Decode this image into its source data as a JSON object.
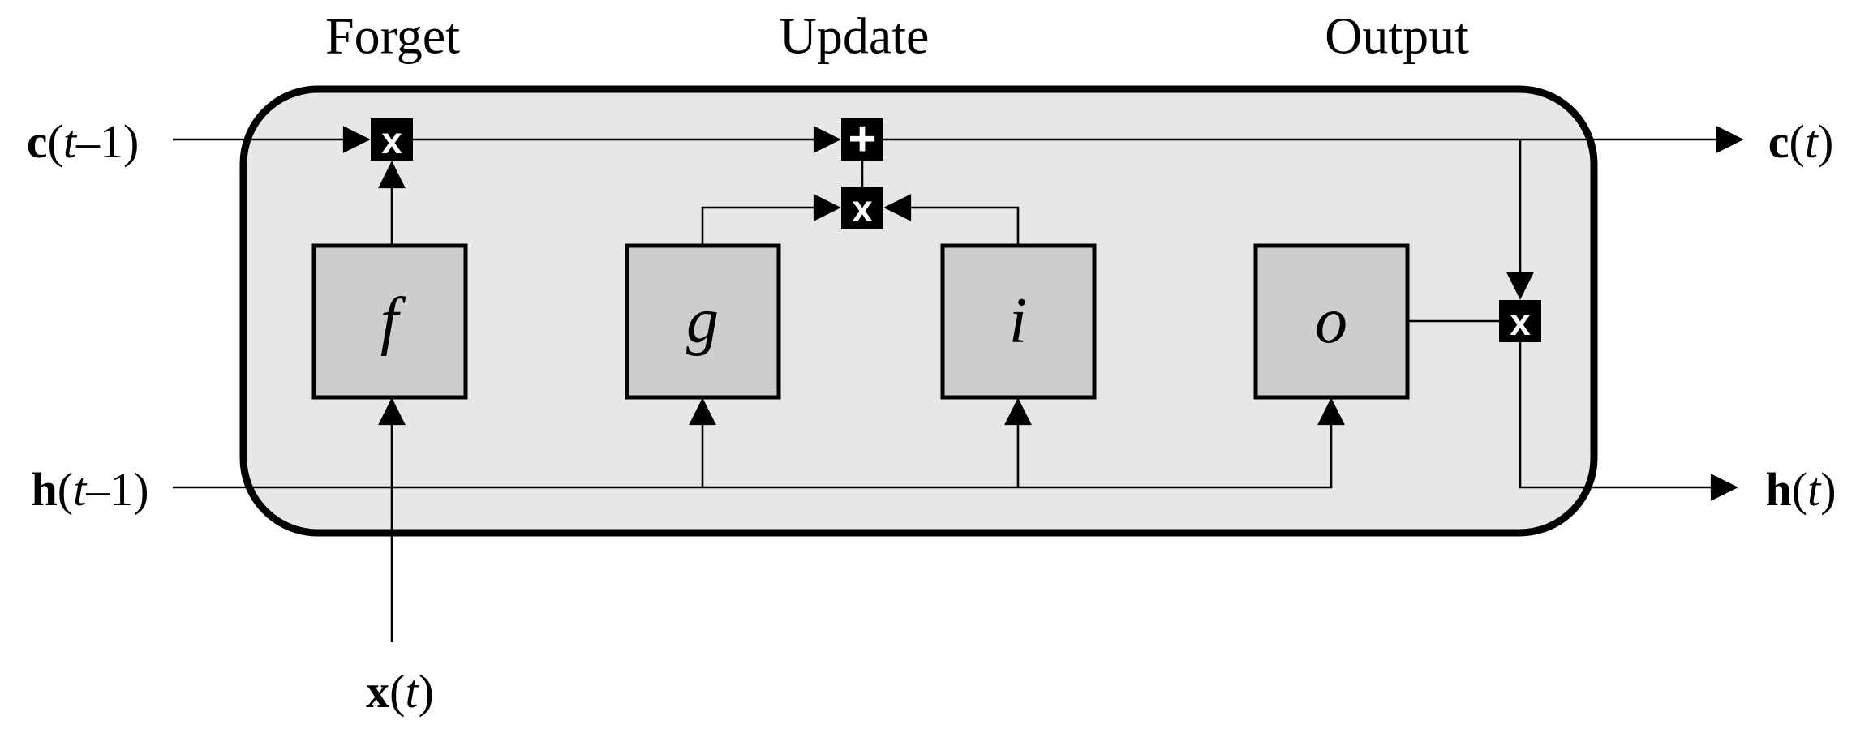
{
  "diagram": {
    "section_labels": {
      "forget": "Forget",
      "update": "Update",
      "output": "Output"
    },
    "inputs": {
      "c_prev": {
        "sym": "c",
        "open": "(",
        "tvar": "t",
        "rest": "–1)"
      },
      "h_prev": {
        "sym": "h",
        "open": "(",
        "tvar": "t",
        "rest": "–1)"
      },
      "x_t": {
        "sym": "x",
        "open": "(",
        "tvar": "t",
        "rest": ")"
      }
    },
    "outputs": {
      "c_t": {
        "sym": "c",
        "open": "(",
        "tvar": "t",
        "rest": ")"
      },
      "h_t": {
        "sym": "h",
        "open": "(",
        "tvar": "t",
        "rest": ")"
      }
    },
    "gates": {
      "forget": "f",
      "cell": "g",
      "input": "i",
      "output": "o"
    },
    "ops": {
      "multiply": "x",
      "add": "+"
    },
    "colors": {
      "background": "#ffffff",
      "cell_fill": "#e7e7e7",
      "gate_fill": "#cdcdcd",
      "op_fill": "#000000",
      "op_glyph": "#ffffff",
      "line": "#000000"
    }
  }
}
